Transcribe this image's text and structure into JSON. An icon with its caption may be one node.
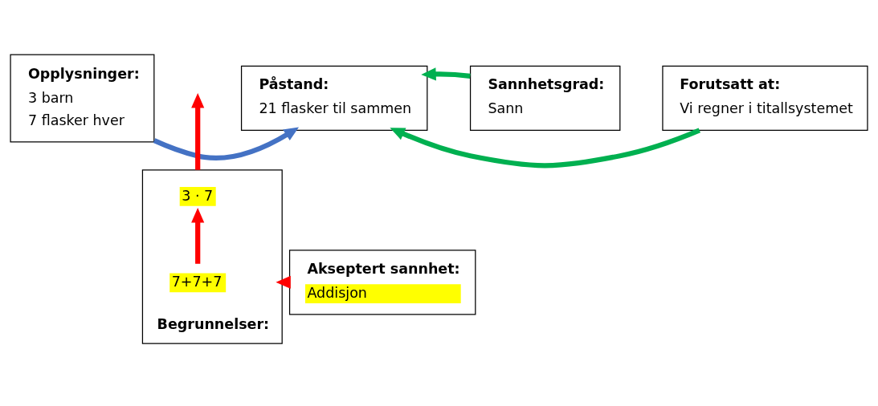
{
  "diagram": {
    "nodes": [
      {
        "text": [
          "Opplysninger:",
          "3 barn",
          "7 flasker hver"
        ]
      },
      {
        "text": [
          "Påstand:",
          "21 flasker til sammen"
        ]
      },
      {
        "text": [
          "Sannhetsgrad:",
          "Sann"
        ]
      },
      {
        "text": [
          "Forutsatt at:",
          "Vi regner i titallsystemet"
        ]
      },
      {
        "text": [
          "Begrunnelser:"
        ]
      },
      {
        "text": [
          "3 · 7"
        ],
        "in": 4
      },
      {
        "text": [
          "7+7+7"
        ],
        "in": 4
      },
      {
        "text": [
          "Akseptert sannhet:",
          "Addisjon"
        ]
      }
    ],
    "edges": [
      {
        "from": 0,
        "to": 1,
        "arrow": "to",
        "color": "#4472c4"
      },
      {
        "from": 4,
        "to": null,
        "arrow": "to"
      },
      {
        "from": 6,
        "to": 5,
        "arrow": "to"
      },
      {
        "from": 7,
        "to": 4,
        "arrow": "to"
      },
      {
        "from": 2,
        "to": 1,
        "arrow": "to",
        "color": "#00b050"
      },
      {
        "from": 3,
        "to": 1,
        "arrow": "to",
        "color": "#00b050"
      }
    ]
  }
}
